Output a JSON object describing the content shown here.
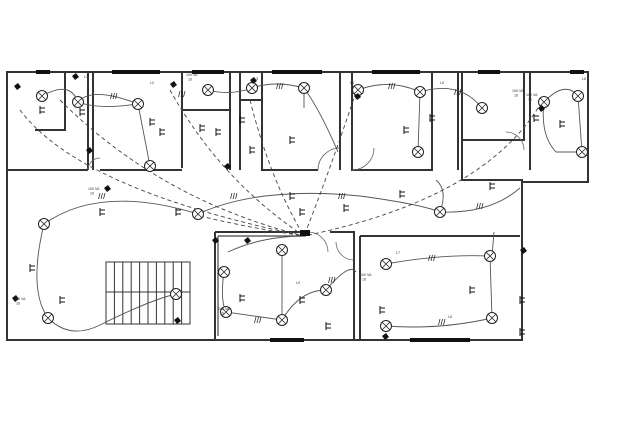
{
  "plan": {
    "lamp_labels": [
      "100 VA",
      "16",
      "L1",
      "L2",
      "L3",
      "L4",
      "L5",
      "L6",
      "L7",
      "L8",
      "L9"
    ],
    "symbols": {
      "lamp": "ceiling-lamp-icon",
      "switch": "wall-switch-icon",
      "outlet": "outlet-icon",
      "panel": "distribution-panel-icon"
    },
    "colors": {
      "line": "#333333",
      "background": "#ffffff"
    }
  }
}
